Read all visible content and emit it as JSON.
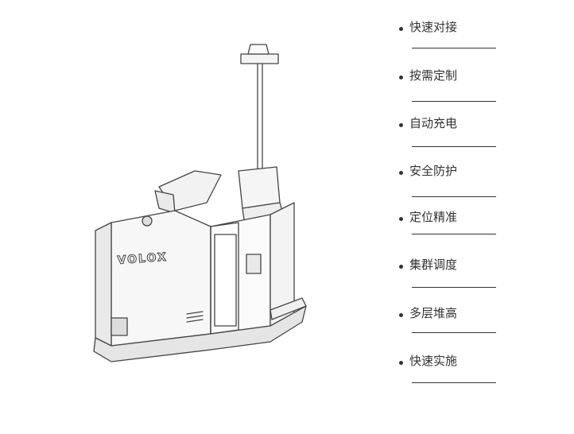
{
  "product": {
    "brand_logo_text": "VOLOX",
    "icon": "agv-forklift-illustration"
  },
  "features": [
    {
      "label": "快速对接"
    },
    {
      "label": "按需定制"
    },
    {
      "label": "自动充电"
    },
    {
      "label": "安全防护"
    },
    {
      "label": "定位精准"
    },
    {
      "label": "集群调度"
    },
    {
      "label": "多层堆高"
    },
    {
      "label": "快速实施"
    }
  ]
}
